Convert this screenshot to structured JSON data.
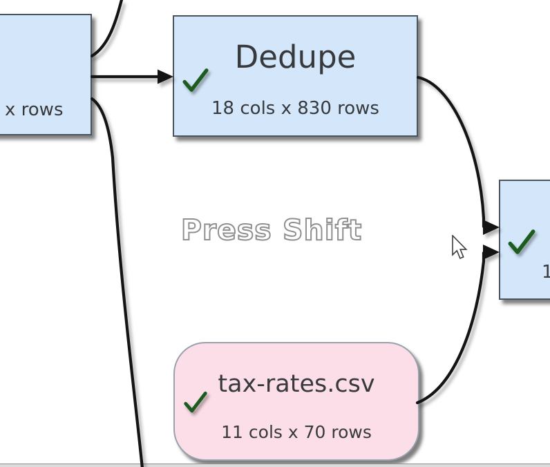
{
  "watermark": {
    "text": "Press Shift"
  },
  "nodes": {
    "left": {
      "subtitle": "x rows"
    },
    "dedupe": {
      "title": "Dedupe",
      "subtitle": "18 cols x 830 rows"
    },
    "right": {
      "subtitle": "1"
    },
    "tax": {
      "title": "tax-rates.csv",
      "subtitle": "11 cols x 70 rows"
    }
  },
  "status": {
    "ok_icon": "check-icon"
  },
  "colors": {
    "node_blue_fill": "#d4e7fa",
    "node_blue_border": "#4a545e",
    "node_pink_fill": "#fcdee8",
    "node_pink_border": "#97a1ab",
    "check_green": "#1d5c1f",
    "connector_black": "#141414",
    "node_text": "#37393d",
    "watermark_outline": "#8f8f8f",
    "bottom_strip": "#dcdcdc"
  }
}
